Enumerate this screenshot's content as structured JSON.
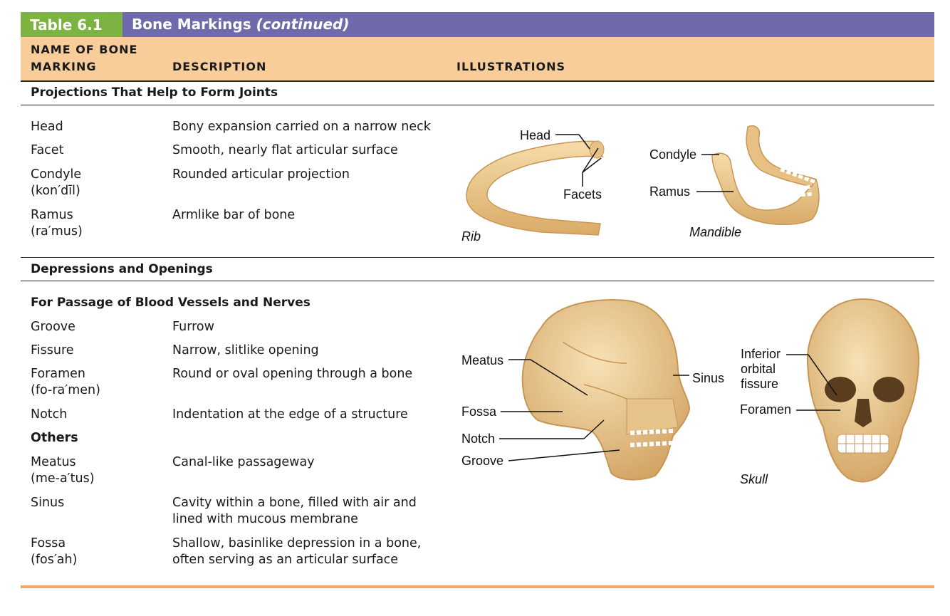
{
  "title": {
    "tag": "Table 6.1",
    "main": "Bone Markings",
    "suffix": "(continued)"
  },
  "headers": {
    "name_line1": "NAME OF BONE",
    "name_line2": "MARKING",
    "description": "DESCRIPTION",
    "illustrations": "ILLUSTRATIONS"
  },
  "section1": {
    "heading": "Projections That Help to Form Joints",
    "rows": [
      {
        "name": "Head",
        "pron": "",
        "desc1": "Bony expansion carried on a narrow neck",
        "desc2": ""
      },
      {
        "name": "Facet",
        "pron": "",
        "desc1": "Smooth, nearly flat articular surface",
        "desc2": ""
      },
      {
        "name": "Condyle",
        "pron": "(kon′dīl)",
        "desc1": "Rounded articular projection",
        "desc2": ""
      },
      {
        "name": "Ramus",
        "pron": "(ra′mus)",
        "desc1": "Armlike bar of bone",
        "desc2": ""
      }
    ]
  },
  "section2": {
    "heading": "Depressions and Openings",
    "sub1": "For Passage of Blood Vessels and Nerves",
    "rows1": [
      {
        "name": "Groove",
        "pron": "",
        "desc1": "Furrow",
        "desc2": ""
      },
      {
        "name": "Fissure",
        "pron": "",
        "desc1": "Narrow, slitlike opening",
        "desc2": ""
      },
      {
        "name": "Foramen",
        "pron": "(fo-ra′men)",
        "desc1": "Round or oval opening through a bone",
        "desc2": ""
      },
      {
        "name": "Notch",
        "pron": "",
        "desc1": "Indentation at the edge of a structure",
        "desc2": ""
      }
    ],
    "sub2": "Others",
    "rows2": [
      {
        "name": "Meatus",
        "pron": "(me-a′tus)",
        "desc1": "Canal-like passageway",
        "desc2": ""
      },
      {
        "name": "Sinus",
        "pron": "",
        "desc1": "Cavity within a bone, filled with air and",
        "desc2": "lined with mucous membrane"
      },
      {
        "name": "Fossa",
        "pron": "(fos′ah)",
        "desc1": "Shallow, basinlike depression in a bone,",
        "desc2": "often serving as an articular surface"
      }
    ]
  },
  "illustrations": {
    "rib": {
      "caption": "Rib",
      "head_label": "Head",
      "facets_label": "Facets"
    },
    "mandible": {
      "caption": "Mandible",
      "condyle_label": "Condyle",
      "ramus_label": "Ramus"
    },
    "skull": {
      "caption": "Skull",
      "meatus_label": "Meatus",
      "fossa_label": "Fossa",
      "notch_label": "Notch",
      "groove_label": "Groove",
      "sinus_label": "Sinus",
      "fissure_label1": "Inferior",
      "fissure_label2": "orbital",
      "fissure_label3": "fissure",
      "foramen_label": "Foramen"
    }
  },
  "colors": {
    "title_bar": "#6e6aab",
    "tag": "#7cb342",
    "header_band": "#f8cd9a",
    "bone": "#ecc98e",
    "bottom_rule": "#f0a868"
  }
}
